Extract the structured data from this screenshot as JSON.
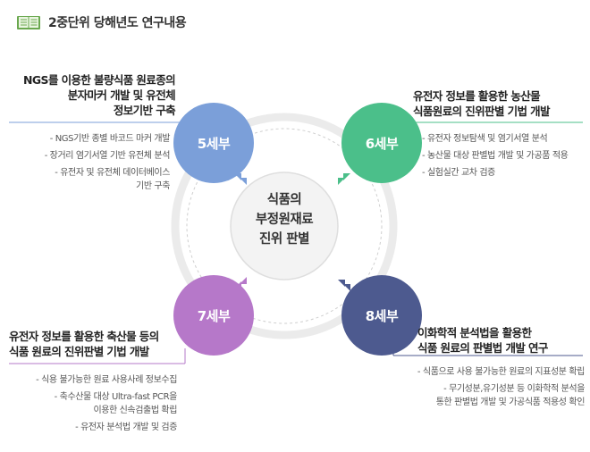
{
  "header": {
    "title": "2중단위 당해년도 연구내용",
    "icon": "book-icon"
  },
  "center": {
    "lines": [
      "식품의",
      "부정원재료",
      "진위 판별"
    ]
  },
  "colors": {
    "s5": "#7b9fd9",
    "s6": "#4bbf8a",
    "s7": "#b678c9",
    "s8": "#4d5a8f",
    "ring": "#e6e6e6"
  },
  "units": [
    {
      "key": "s5",
      "label": "5세부",
      "heading": [
        "NGS를 이용한 불량식품 원료종의",
        "분자마커 개발 및 유전체",
        "정보기반 구축"
      ],
      "items": [
        [
          "- NGS기반 종별 바코드 마커 개발"
        ],
        [
          "- 장거리 염기서열 기반 유전체 분석"
        ],
        [
          "- 유전자 및 유전체 데이터베이스",
          "기반 구축"
        ]
      ]
    },
    {
      "key": "s6",
      "label": "6세부",
      "heading": [
        "유전자 정보를 활용한 농산물",
        "식품원료의 진위판별 기법 개발"
      ],
      "items": [
        [
          "- 유전자 정보탐색 및 염기서열 분석"
        ],
        [
          "- 농산물 대상 판별법 개발 및 가공품 적용"
        ],
        [
          "- 실험실간 교차 검증"
        ]
      ]
    },
    {
      "key": "s7",
      "label": "7세부",
      "heading": [
        "유전자 정보를 활용한 축산물 등의",
        "식품 원료의 진위판별 기법 개발"
      ],
      "items": [
        [
          "- 식용 불가능한 원료 사용사례 정보수집"
        ],
        [
          "- 축수산물 대상 Ultra-fast PCR을",
          "이용한 신속검출법 확립"
        ],
        [
          "- 유전자 분석법 개발 및 검증"
        ]
      ]
    },
    {
      "key": "s8",
      "label": "8세부",
      "heading": [
        "이화학적 분석법을 활용한",
        "식품 원료의 판별법 개발 연구"
      ],
      "items": [
        [
          "- 식품으로 사용 불가능한 원료의 지표성분 확립"
        ],
        [
          "- 무기성분,유기성분 등 이화학적 분석을",
          "통한 판별법 개발 및 가공식품 적용성 확인"
        ]
      ]
    }
  ]
}
